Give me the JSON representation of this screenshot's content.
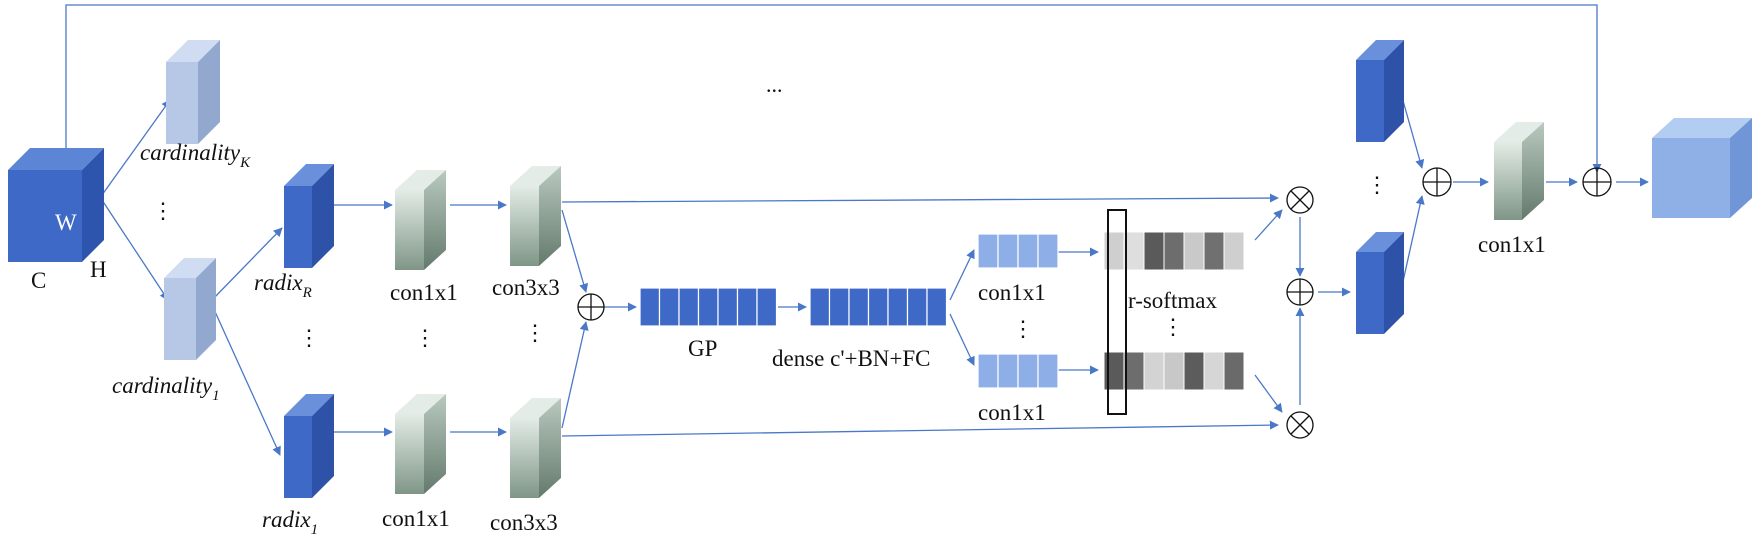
{
  "diagram": {
    "input": {
      "w": "W",
      "c": "C",
      "h": "H"
    },
    "cardinality_k": {
      "base": "cardinality",
      "sub": "K"
    },
    "cardinality_1": {
      "base": "cardinality",
      "sub": "1"
    },
    "radix_r": {
      "base": "radix",
      "sub": "R"
    },
    "radix_1": {
      "base": "radix",
      "sub": "1"
    },
    "con1x1_top": "con1x1",
    "con1x1_bottom": "con1x1",
    "con3x3_top": "con3x3",
    "con3x3_bottom": "con3x3",
    "gp": "GP",
    "dense": "dense c'+BN+FC",
    "fc_top": "con1x1",
    "fc_bottom": "con1x1",
    "rsoftmax": "r-softmax",
    "final_conv": "con1x1",
    "ellipsis_h": "...",
    "ellipsis_v": "⋮"
  },
  "colors": {
    "line": "#4a78c8",
    "input_front": "#3f69c6",
    "input_top": "#5d85d6",
    "input_side": "#2e55ad",
    "card_front": "#b7c8e6",
    "card_top": "#cfdcf1",
    "card_side": "#93a8cf",
    "radix_front": "#3f69c6",
    "radix_top": "#6a8fdb",
    "radix_side": "#2d52a8",
    "conv_front": "#c3d2c9",
    "conv_top": "#dfe8e2",
    "conv_side": "#8fa598",
    "gp_fill": "#3f69c6",
    "fc_fill": "#8daee6",
    "output_front": "#8fb0e6",
    "output_top": "#b3ccf1",
    "output_side": "#7196d8"
  }
}
